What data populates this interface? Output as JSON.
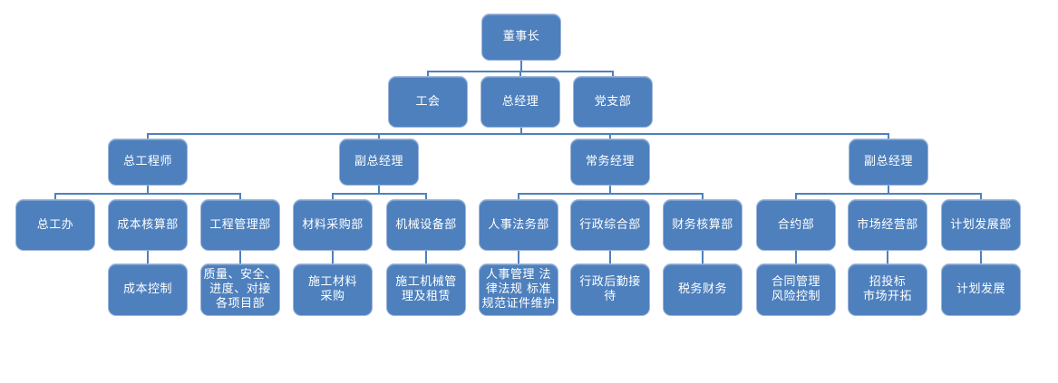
{
  "diagram": {
    "type": "org-chart",
    "background_color": "#ffffff",
    "node_fill_color": "#4e80bd",
    "node_border_color": "#9db4d9",
    "connector_color": "#4f81bd",
    "text_color": "#ffffff"
  },
  "nodes": {
    "chairman": {
      "label": "董事长"
    },
    "labor_union": {
      "label": "工会"
    },
    "general_manager": {
      "label": "总经理"
    },
    "party_branch": {
      "label": "党支部"
    },
    "chief_engineer": {
      "label": "总工程师"
    },
    "deputy_gm_1": {
      "label": "副总经理"
    },
    "executive_manager": {
      "label": "常务经理"
    },
    "deputy_gm_2": {
      "label": "副总经理"
    },
    "chief_engineer_office": {
      "label": "总工办"
    },
    "cost_accounting_dept": {
      "label": "成本核算部"
    },
    "engineering_mgmt_dept": {
      "label": "工程管理部"
    },
    "material_procurement_dept": {
      "label": "材料采购部"
    },
    "machinery_equipment_dept": {
      "label": "机械设备部"
    },
    "hr_legal_dept": {
      "label": "人事法务部"
    },
    "admin_general_dept": {
      "label": "行政综合部"
    },
    "financial_accounting_dept": {
      "label": "财务核算部"
    },
    "contract_dept": {
      "label": "合约部"
    },
    "market_operations_dept": {
      "label": "市场经营部"
    },
    "planning_development_dept": {
      "label": "计划发展部"
    },
    "cost_control": {
      "label": "成本控制"
    },
    "quality_safety_progress": {
      "label": "质量、安全、\n进度、对接\n各项目部"
    },
    "construction_material_procurement": {
      "label": "施工材料\n采购"
    },
    "construction_machinery_mgmt": {
      "label": "施工机械管\n理及租赁"
    },
    "hr_legal_detail": {
      "label": "人事管理 法\n律法规 标准\n规范证件维护"
    },
    "admin_logistics_reception": {
      "label": "行政后勤接\n待"
    },
    "tax_finance": {
      "label": "税务财务"
    },
    "contract_mgmt_risk": {
      "label": "合同管理\n风险控制"
    },
    "bidding_market_dev": {
      "label": "招投标\n市场开拓"
    },
    "planning_development": {
      "label": "计划发展"
    }
  },
  "structure": {
    "chairman": [
      "labor_union",
      "general_manager",
      "party_branch"
    ],
    "general_manager": [
      "chief_engineer",
      "deputy_gm_1",
      "executive_manager",
      "deputy_gm_2"
    ],
    "chief_engineer": [
      "chief_engineer_office",
      "cost_accounting_dept",
      "engineering_mgmt_dept"
    ],
    "deputy_gm_1": [
      "material_procurement_dept",
      "machinery_equipment_dept"
    ],
    "executive_manager": [
      "hr_legal_dept",
      "admin_general_dept",
      "financial_accounting_dept"
    ],
    "deputy_gm_2": [
      "contract_dept",
      "market_operations_dept",
      "planning_development_dept"
    ],
    "cost_accounting_dept": [
      "cost_control"
    ],
    "engineering_mgmt_dept": [
      "quality_safety_progress"
    ],
    "material_procurement_dept": [
      "construction_material_procurement"
    ],
    "machinery_equipment_dept": [
      "construction_machinery_mgmt"
    ],
    "hr_legal_dept": [
      "hr_legal_detail"
    ],
    "admin_general_dept": [
      "admin_logistics_reception"
    ],
    "financial_accounting_dept": [
      "tax_finance"
    ],
    "contract_dept": [
      "contract_mgmt_risk"
    ],
    "market_operations_dept": [
      "bidding_market_dev"
    ],
    "planning_development_dept": [
      "planning_development"
    ]
  }
}
